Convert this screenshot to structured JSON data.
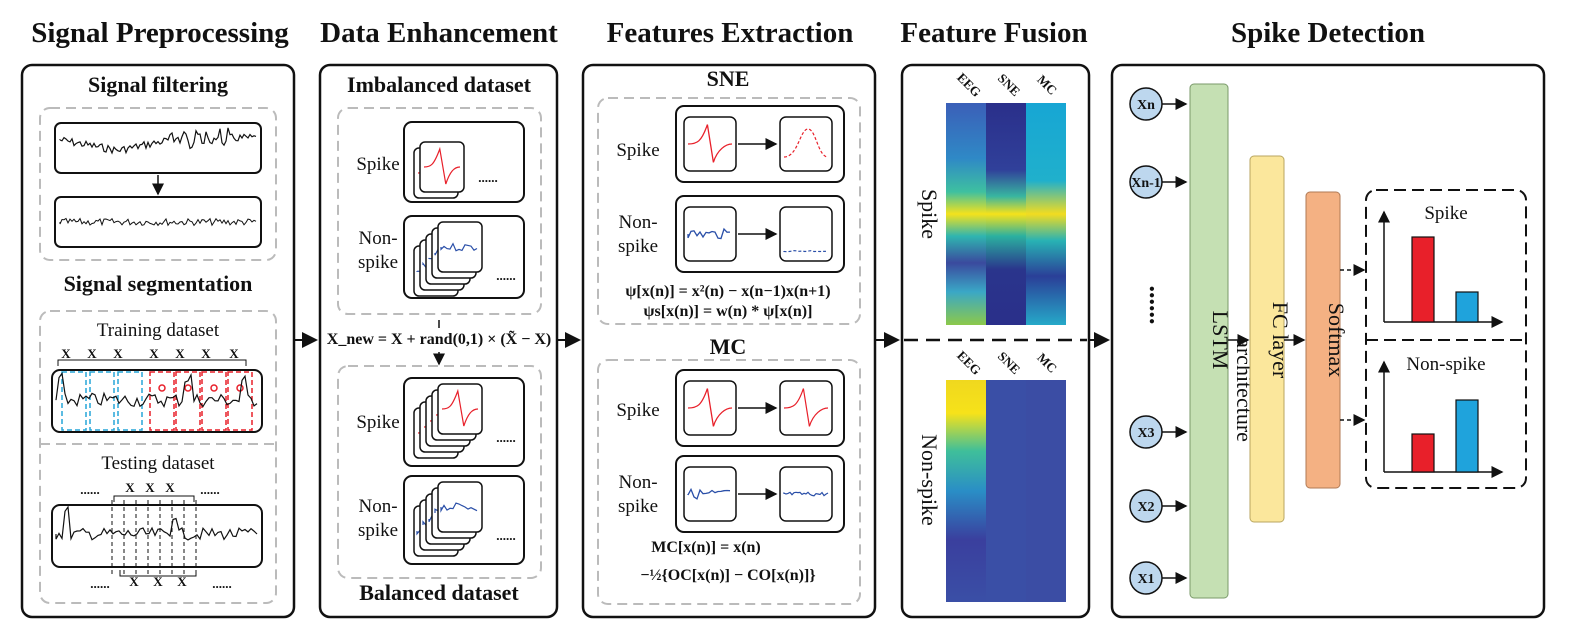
{
  "sections": {
    "preprocessing": "Signal Preprocessing",
    "enhancement": "Data Enhancement",
    "extraction": "Features Extraction",
    "fusion": "Feature Fusion",
    "detection": "Spike Detection"
  },
  "preprocessing": {
    "filtering": "Signal filtering",
    "segmentation": "Signal segmentation",
    "training": "Training dataset",
    "testing": "Testing dataset",
    "train_labels": [
      "X",
      "X",
      "X",
      "X",
      "X",
      "X",
      "X"
    ],
    "dots": "......"
  },
  "enhancement": {
    "imbalanced": "Imbalanced dataset",
    "balanced": "Balanced dataset",
    "spike": "Spike",
    "non1": "Non-",
    "non2": "spike",
    "equation": "X_new = X + rand(0,1) × (X̃ − X)",
    "dots": "......"
  },
  "extraction": {
    "sne_title": "SNE",
    "mc_title": "MC",
    "spike": "Spike",
    "non1": "Non-",
    "non2": "spike",
    "sne_eq1": "ψ[x(n)] = x²(n) − x(n−1)x(n+1)",
    "sne_eq2": "ψs[x(n)] = w(n) * ψ[x(n)]",
    "mc_eq1": "MC[x(n)] = x(n)",
    "mc_eq2": "−½{OC[x(n)] − CO[x(n)]}"
  },
  "fusion": {
    "cols": [
      "EEG",
      "SNE",
      "MC"
    ],
    "spike": "Spike",
    "nonspike": "Non-spike"
  },
  "detection": {
    "inputs": [
      "Xn",
      "Xn-1",
      "X3",
      "X2",
      "X1"
    ],
    "dots": "......",
    "lstm1": "LSTM",
    "lstm2": "architecture",
    "fc": "FC layer",
    "softmax": "Softmax",
    "out_spike": "Spike",
    "out_nonspike": "Non-spike",
    "spike_bars": [
      0.85,
      0.3
    ],
    "nonspike_bars": [
      0.38,
      0.72
    ],
    "bar_colors": [
      "#e8202a",
      "#1fa3dc"
    ]
  },
  "colors": {
    "lstm": "#c5e0b3",
    "fc": "#fbe79c",
    "softmax": "#f4b183",
    "node": "#bdd7ee",
    "red": "#e8202a",
    "blue": "#2a4fa8",
    "cyan": "#27a6d9"
  }
}
